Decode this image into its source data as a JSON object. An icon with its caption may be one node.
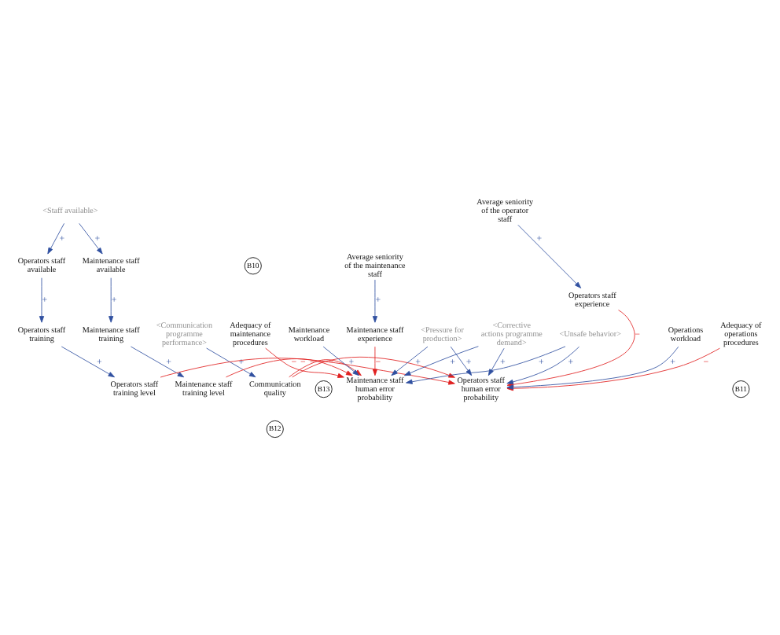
{
  "diagram": {
    "nodes": [
      {
        "text": [
          "<Staff available>"
        ]
      },
      {
        "text": [
          "Operators staff available"
        ]
      },
      {
        "text": [
          "Average seniority of the operator staff"
        ]
      },
      {
        "text": [
          "Average seniority of the maintenance staff"
        ]
      },
      {
        "text": [
          "Maintenance staff available"
        ]
      },
      {
        "text": [
          "Operators staff training"
        ]
      },
      {
        "text": [
          "Operators staff experience"
        ]
      },
      {
        "text": [
          "Maintenance staff experience"
        ]
      },
      {
        "text": [
          "Maintenance staff training"
        ]
      },
      {
        "text": [
          "<Communication programme performance>"
        ]
      },
      {
        "text": [
          "Operators staff training level"
        ]
      },
      {
        "text": [
          "Operators staff human error probability"
        ]
      },
      {
        "text": [
          "Communication quality"
        ]
      },
      {
        "text": [
          "Maintenance staff human error probability"
        ]
      },
      {
        "text": [
          "Maintenance staff training level"
        ]
      },
      {
        "text": [
          "Adequacy of operations procedures"
        ]
      },
      {
        "text": [
          "Adequacy of maintenance procedures"
        ]
      },
      {
        "text": [
          "<Corrective actions programme demand>"
        ]
      },
      {
        "text": [
          "Operations workload"
        ]
      },
      {
        "text": [
          "Maintenance workload"
        ]
      },
      {
        "text": [
          "<Pressure for production>"
        ]
      },
      {
        "text": [
          "<Unsafe behavior>"
        ]
      }
    ],
    "edges": [
      {
        "from": 0,
        "to": 1,
        "arrow": "to",
        "label": "+"
      },
      {
        "from": 0,
        "to": 4,
        "arrow": "to",
        "label": "+"
      },
      {
        "from": 2,
        "to": 6,
        "arrow": "to",
        "label": "+"
      },
      {
        "from": 3,
        "to": 7,
        "arrow": "to",
        "label": "+"
      },
      {
        "from": 1,
        "to": 5,
        "arrow": "to",
        "label": "+"
      },
      {
        "from": 4,
        "to": 8,
        "arrow": "to",
        "label": "+"
      },
      {
        "from": 5,
        "to": 10,
        "arrow": "to",
        "label": "+"
      },
      {
        "from": 8,
        "to": 14,
        "arrow": "to",
        "label": "+"
      },
      {
        "from": 6,
        "to": 11,
        "arrow": "to",
        "label": "−",
        "color": "#e02020"
      },
      {
        "from": 7,
        "to": 13,
        "arrow": "to",
        "label": "−",
        "color": "#e02020"
      },
      {
        "from": 9,
        "to": 12,
        "arrow": "to",
        "label": "+"
      },
      {
        "from": 10,
        "to": 11,
        "arrow": "to",
        "label": "−",
        "color": "#e02020"
      },
      {
        "from": 14,
        "to": 13,
        "arrow": "to",
        "label": "−",
        "color": "#e02020"
      },
      {
        "from": 12,
        "to": 11,
        "arrow": "to",
        "label": "−",
        "color": "#e02020"
      },
      {
        "from": 12,
        "to": 13,
        "arrow": "to",
        "label": "−",
        "color": "#e02020"
      },
      {
        "from": 15,
        "to": 11,
        "arrow": "to",
        "label": "−",
        "color": "#e02020"
      },
      {
        "from": 16,
        "to": 13,
        "arrow": "to",
        "label": "−",
        "color": "#e02020"
      },
      {
        "from": 18,
        "to": 11,
        "arrow": "to",
        "label": "+"
      },
      {
        "from": 20,
        "to": 11,
        "arrow": "to",
        "label": "+"
      },
      {
        "from": 21,
        "to": 11,
        "arrow": "to",
        "label": "+"
      },
      {
        "from": 17,
        "to": 11,
        "arrow": "to",
        "label": "+"
      },
      {
        "from": 17,
        "to": 13,
        "arrow": "to",
        "label": "+"
      },
      {
        "from": 20,
        "to": 13,
        "arrow": "to",
        "label": "+"
      },
      {
        "from": 21,
        "to": 13,
        "arrow": "to",
        "label": "+"
      },
      {
        "from": 19,
        "to": 13,
        "arrow": "to",
        "label": "+"
      }
    ],
    "labels": [
      "B10",
      "B12",
      "B11",
      "B13"
    ]
  }
}
